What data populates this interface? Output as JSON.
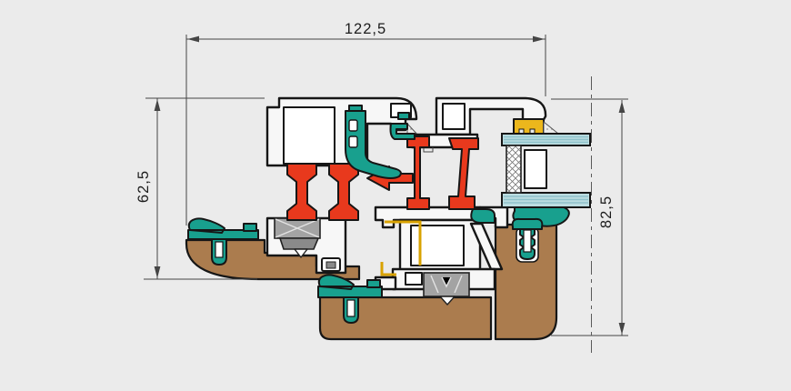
{
  "dimensions": {
    "top_width": {
      "label": "122,5"
    },
    "left_height": {
      "label": "62,5"
    },
    "right_height": {
      "label": "82,5"
    }
  },
  "colors": {
    "background": "#ebebeb",
    "aluminum": "#f7f7f7",
    "outline": "#161616",
    "thermal_break_red": "#e8391d",
    "gasket_teal": "#18a08e",
    "sill_brown": "#ab7c4e",
    "glass_blue": "#bcdde1",
    "packer_yellow": "#ecb71c",
    "bracket_gold": "#d8a200",
    "foam_gray": "#a3a3a3",
    "dimension_line": "#454545"
  }
}
